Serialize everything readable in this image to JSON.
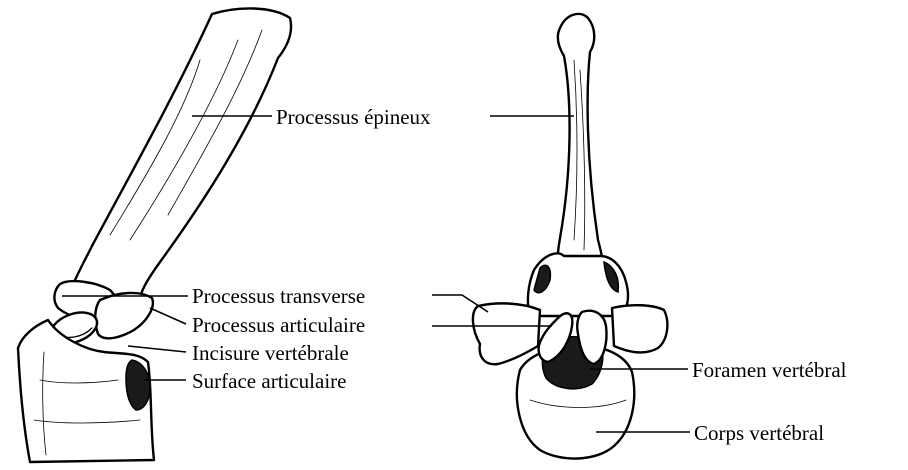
{
  "labels": {
    "processus_epineux": "Processus épineux",
    "processus_transverse": "Processus transverse",
    "processus_articulaire": "Processus articulaire",
    "incisure_vertebrale": "Incisure vertébrale",
    "surface_articulaire": "Surface articulaire",
    "foramen_vertebral": "Foramen vertébral",
    "corps_vertebral": "Corps vertébral"
  },
  "colors": {
    "ink": "#000000",
    "paper": "#ffffff"
  }
}
